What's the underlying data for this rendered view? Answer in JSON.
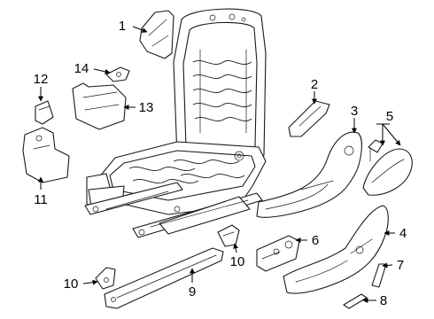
{
  "callouts": {
    "c1": "1",
    "c2": "2",
    "c3": "3",
    "c4": "4",
    "c5": "5",
    "c6": "6",
    "c7": "7",
    "c8": "8",
    "c9": "9",
    "c10a": "10",
    "c10b": "10",
    "c11": "11",
    "c12": "12",
    "c13": "13",
    "c14": "14"
  }
}
